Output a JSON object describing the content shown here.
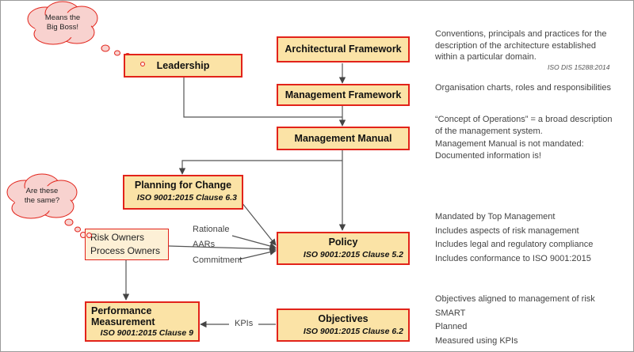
{
  "boxes": {
    "leadership": {
      "title": "Leadership"
    },
    "arch_framework": {
      "title": "Architectural Framework"
    },
    "mgmt_framework": {
      "title": "Management Framework"
    },
    "mgmt_manual": {
      "title": "Management Manual"
    },
    "planning": {
      "title": "Planning for Change",
      "clause": "ISO 9001:2015 Clause 6.3"
    },
    "policy": {
      "title": "Policy",
      "clause": "ISO 9001:2015 Clause 5.2"
    },
    "objectives": {
      "title": "Objectives",
      "clause": "ISO 9001:2015 Clause 6.2"
    },
    "performance": {
      "title1": "Performance",
      "title2": "Measurement",
      "clause": "ISO 9001:2015 Clause 9"
    }
  },
  "owners": {
    "line1": "Risk Owners",
    "line2": "Process Owners"
  },
  "edge_labels": {
    "rationale": "Rationale",
    "aars": "AARs",
    "commitment": "Commitment",
    "kpis": "KPIs"
  },
  "clouds": {
    "boss": {
      "line1": "Means the",
      "line2": "Big Boss!"
    },
    "same": {
      "line1": "Are these",
      "line2": "the same?"
    }
  },
  "notes": {
    "arch": {
      "l1": "Conventions, principals and practices for the",
      "l2": "description of the architecture established",
      "l3": "within a particular domain.",
      "source": "ISO DIS 15288:2014"
    },
    "mgmt_framework": "Organisation charts, roles and responsibilities",
    "concept": {
      "l1": "“Concept of Operations” = a broad description",
      "l2": "of the management system."
    },
    "manual": {
      "l1": "Management Manual is not mandated:",
      "l2": "Documented information is!"
    },
    "policy": [
      "Mandated by Top Management",
      "Includes aspects of risk management",
      "Includes legal and regulatory compliance",
      "Includes conformance to ISO 9001:2015"
    ],
    "objectives": [
      "Objectives aligned to management of risk",
      "SMART",
      "Planned",
      "Measured using KPIs"
    ]
  },
  "colors": {
    "box_fill": "#fbe3a6",
    "box_border": "#e2231a",
    "owners_fill": "#fdf0d6",
    "cloud_fill": "#f8d2cf",
    "connector": "#555555"
  }
}
